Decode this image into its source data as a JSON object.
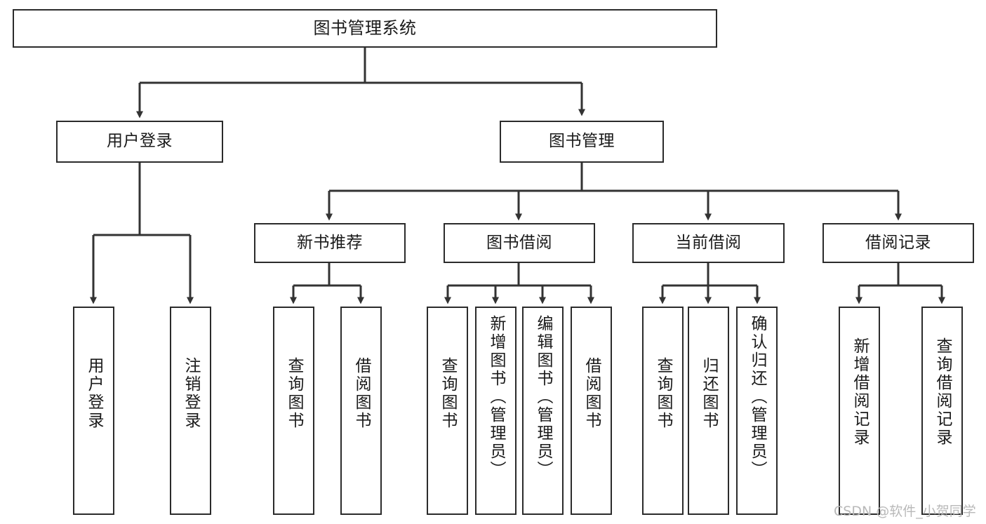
{
  "diagram": {
    "type": "tree-hierarchy",
    "title": "图书管理系统",
    "orientation": "top-down",
    "colors": {
      "box_border": "#2b2b2b",
      "box_fill": "#ffffff",
      "connector": "#333333",
      "text": "#1a1a1a",
      "watermark": "#b9b9b9",
      "background": "#ffffff"
    },
    "levels": [
      {
        "level": 1,
        "nodes": [
          {
            "id": "root",
            "label": "图书管理系统",
            "orientation": "horizontal"
          }
        ]
      },
      {
        "level": 2,
        "nodes": [
          {
            "id": "user-login",
            "label": "用户登录",
            "orientation": "horizontal"
          },
          {
            "id": "book-manage",
            "label": "图书管理",
            "orientation": "horizontal"
          }
        ]
      },
      {
        "level": 3,
        "nodes": [
          {
            "id": "new-book-rec",
            "label": "新书推荐",
            "orientation": "horizontal"
          },
          {
            "id": "book-borrow",
            "label": "图书借阅",
            "orientation": "horizontal"
          },
          {
            "id": "current-borrow",
            "label": "当前借阅",
            "orientation": "horizontal"
          },
          {
            "id": "borrow-record",
            "label": "借阅记录",
            "orientation": "horizontal"
          }
        ]
      },
      {
        "level": 4,
        "nodes": [
          {
            "id": "leaf-user-login",
            "label": "用户登录",
            "orientation": "vertical",
            "parent": "user-login"
          },
          {
            "id": "leaf-logout",
            "label": "注销登录",
            "orientation": "vertical",
            "parent": "user-login"
          },
          {
            "id": "leaf-query-book-1",
            "label": "查询图书",
            "orientation": "vertical",
            "parent": "new-book-rec"
          },
          {
            "id": "leaf-borrow-book-1",
            "label": "借阅图书",
            "orientation": "vertical",
            "parent": "new-book-rec"
          },
          {
            "id": "leaf-query-book-2",
            "label": "查询图书",
            "orientation": "vertical",
            "parent": "book-borrow"
          },
          {
            "id": "leaf-add-book",
            "label": "新增图书（管理员）",
            "orientation": "vertical",
            "parent": "book-borrow"
          },
          {
            "id": "leaf-edit-book",
            "label": "编辑图书（管理员）",
            "orientation": "vertical",
            "parent": "book-borrow"
          },
          {
            "id": "leaf-borrow-book-2",
            "label": "借阅图书",
            "orientation": "vertical",
            "parent": "book-borrow"
          },
          {
            "id": "leaf-query-book-3",
            "label": "查询图书",
            "orientation": "vertical",
            "parent": "current-borrow"
          },
          {
            "id": "leaf-return-book",
            "label": "归还图书",
            "orientation": "vertical",
            "parent": "current-borrow"
          },
          {
            "id": "leaf-confirm-return",
            "label": "确认归还（管理员）",
            "orientation": "vertical",
            "parent": "current-borrow"
          },
          {
            "id": "leaf-add-record",
            "label": "新增借阅记录",
            "orientation": "vertical",
            "parent": "borrow-record"
          },
          {
            "id": "leaf-query-record",
            "label": "查询借阅记录",
            "orientation": "vertical",
            "parent": "borrow-record"
          }
        ]
      }
    ],
    "edges": [
      {
        "from": "root",
        "to": "user-login"
      },
      {
        "from": "root",
        "to": "book-manage"
      },
      {
        "from": "book-manage",
        "to": "new-book-rec"
      },
      {
        "from": "book-manage",
        "to": "book-borrow"
      },
      {
        "from": "book-manage",
        "to": "current-borrow"
      },
      {
        "from": "book-manage",
        "to": "borrow-record"
      },
      {
        "from": "user-login",
        "to": "leaf-user-login"
      },
      {
        "from": "user-login",
        "to": "leaf-logout"
      },
      {
        "from": "new-book-rec",
        "to": "leaf-query-book-1"
      },
      {
        "from": "new-book-rec",
        "to": "leaf-borrow-book-1"
      },
      {
        "from": "book-borrow",
        "to": "leaf-query-book-2"
      },
      {
        "from": "book-borrow",
        "to": "leaf-add-book"
      },
      {
        "from": "book-borrow",
        "to": "leaf-edit-book"
      },
      {
        "from": "book-borrow",
        "to": "leaf-borrow-book-2"
      },
      {
        "from": "current-borrow",
        "to": "leaf-query-book-3"
      },
      {
        "from": "current-borrow",
        "to": "leaf-return-book"
      },
      {
        "from": "current-borrow",
        "to": "leaf-confirm-return"
      },
      {
        "from": "borrow-record",
        "to": "leaf-add-record"
      },
      {
        "from": "borrow-record",
        "to": "leaf-query-record"
      }
    ]
  },
  "watermark": {
    "text": "CSDN @软件_小贺同学"
  }
}
